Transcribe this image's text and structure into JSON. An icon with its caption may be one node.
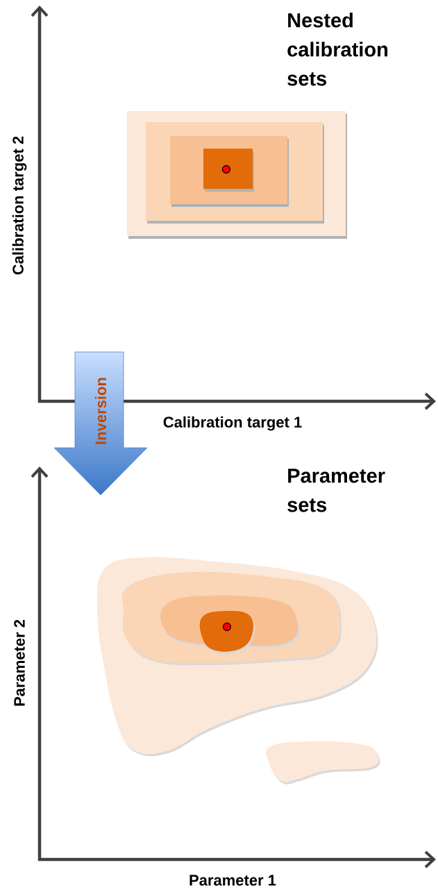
{
  "diagram": {
    "nodes": [
      {
        "text": [],
        "shape": "box"
      },
      {
        "text": [],
        "shape": "box",
        "in": 0
      },
      {
        "text": [],
        "shape": "box",
        "in": 1
      },
      {
        "text": [],
        "shape": "box",
        "in": 2
      },
      {
        "text": [],
        "shape": "circle",
        "in": 3
      },
      {
        "text": [],
        "shape": "blob"
      },
      {
        "text": [],
        "shape": "blob",
        "in": 5
      },
      {
        "text": [],
        "shape": "blob",
        "in": 6
      },
      {
        "text": [],
        "shape": "blob",
        "in": 7
      },
      {
        "text": [],
        "shape": "circle",
        "in": 8
      },
      {
        "text": [],
        "shape": "blob"
      },
      {
        "text": [
          "Inversion"
        ]
      }
    ],
    "labels": [
      "Nested calibration sets",
      "Calibration target 2",
      "Calibration target 1",
      "Parameter sets",
      "Parameter 2",
      "Parameter 1"
    ]
  }
}
